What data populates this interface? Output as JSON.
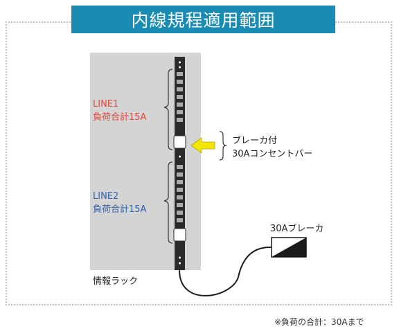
{
  "title": "内線規程適用範囲",
  "rack": {
    "label": "情報ラック"
  },
  "lines": [
    {
      "name": "LINE1",
      "load": "負荷合計15A",
      "color": "#e5473a"
    },
    {
      "name": "LINE2",
      "load": "負荷合計15A",
      "color": "#2e62a9"
    }
  ],
  "power_bar": {
    "line1": "ブレーカ付",
    "line2": "30Aコンセントバー"
  },
  "breaker": {
    "label": "30Aブレーカ"
  },
  "footnote": "※負荷の合計：30Aまで",
  "colors": {
    "title_bg": "#1a8cb4",
    "rack_bg": "#d4d4d4",
    "arrow": "#f5e600"
  }
}
